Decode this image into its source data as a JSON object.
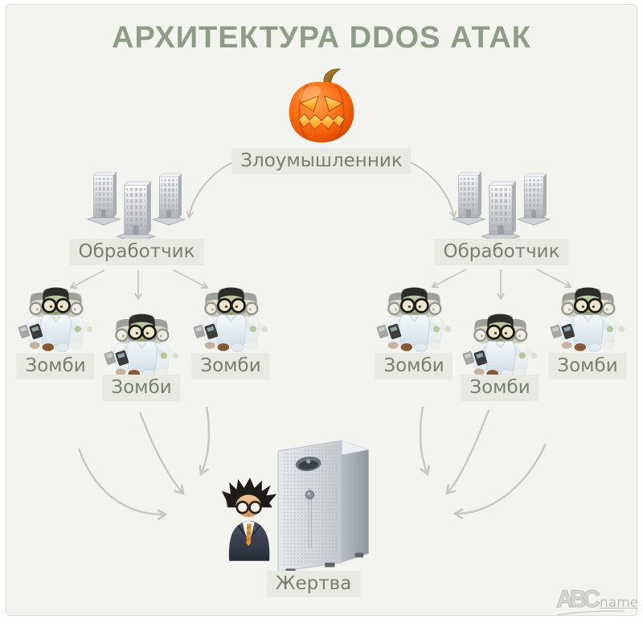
{
  "title": "АРХИТЕКТУРА DDOS АТАК",
  "diagram": {
    "attacker": {
      "label": "Злоумышленник",
      "icon": "pumpkin-icon"
    },
    "handlers": [
      {
        "label": "Обработчик",
        "icon": "buildings-icon"
      },
      {
        "label": "Обработчик",
        "icon": "buildings-icon"
      }
    ],
    "zombies": [
      {
        "label": "Зомби",
        "icon": "zombie-icon"
      },
      {
        "label": "Зомби",
        "icon": "zombie-icon"
      },
      {
        "label": "Зомби",
        "icon": "zombie-icon"
      },
      {
        "label": "Зомби",
        "icon": "zombie-icon"
      },
      {
        "label": "Зомби",
        "icon": "zombie-icon"
      },
      {
        "label": "Зомби",
        "icon": "zombie-icon"
      }
    ],
    "victim": {
      "label": "Жертва",
      "icon": "server-icon"
    }
  },
  "watermark": {
    "abc": "ABC",
    "name": "name"
  },
  "colors": {
    "panel_bg": "#f3f3ef",
    "title_text": "#8f9c87",
    "label_bg": "#e8e9e2",
    "label_text": "#767f72",
    "arrow": "#c4c6bb",
    "pumpkin_orange": "#f25c08",
    "pumpkin_glow": "#ffd24a",
    "watermark_gray": "#c4c4bf"
  }
}
